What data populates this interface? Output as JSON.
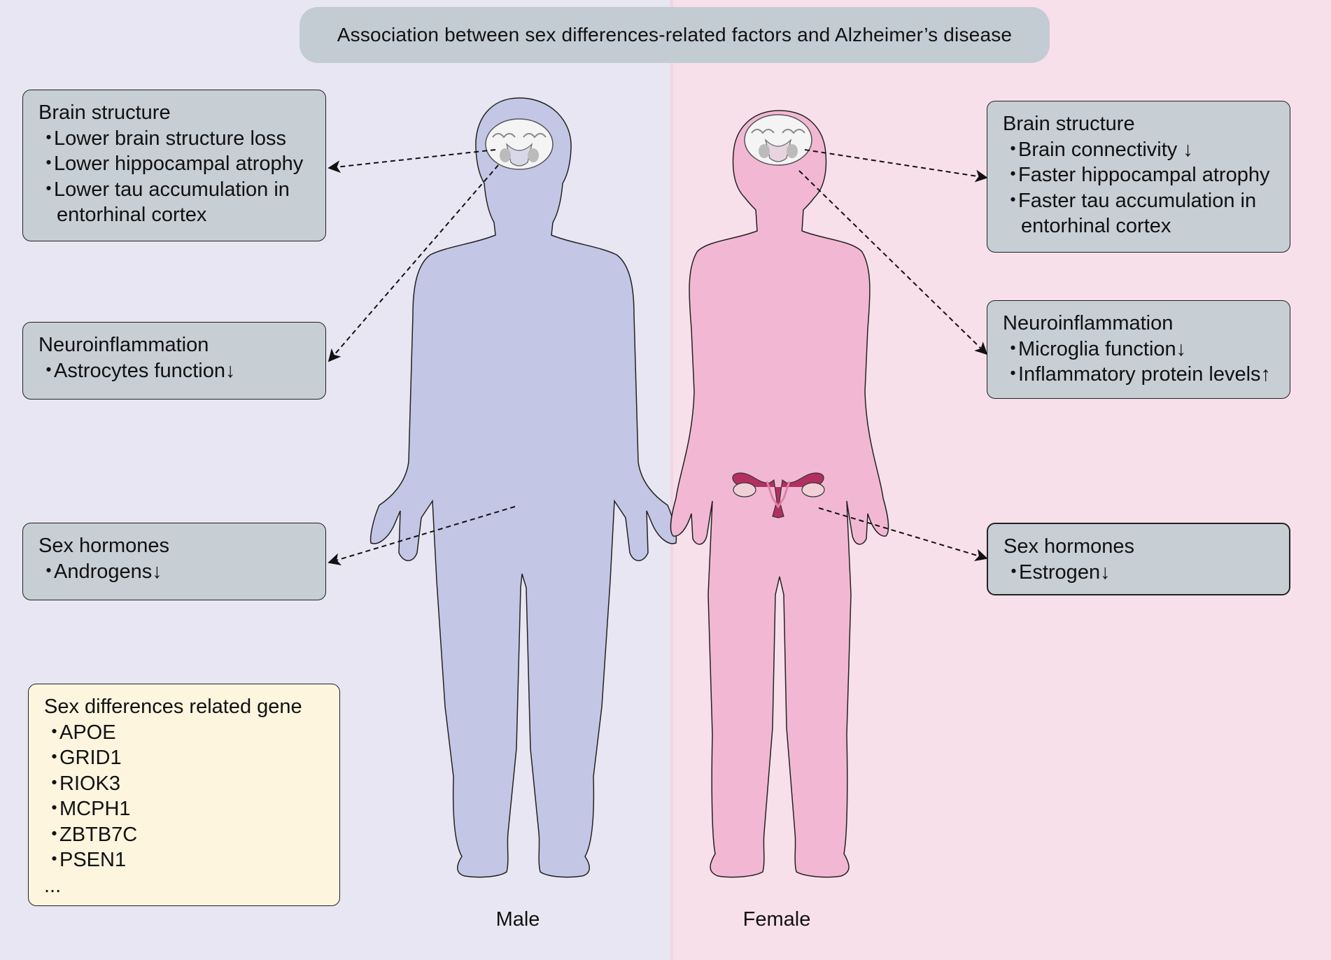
{
  "title": "Association between sex differences-related factors and Alzheimer’s disease",
  "male": {
    "label": "Male",
    "brain_structure": {
      "heading": "Brain structure",
      "items": [
        "Lower brain structure loss",
        "Lower hippocampal atrophy",
        "Lower tau accumulation in",
        "entorhinal cortex"
      ]
    },
    "neuroinflammation": {
      "heading": "Neuroinflammation",
      "items": [
        "Astrocytes function↓"
      ]
    },
    "sex_hormones": {
      "heading": "Sex hormones",
      "items": [
        "Androgens↓"
      ]
    }
  },
  "female": {
    "label": "Female",
    "brain_structure": {
      "heading": "Brain structure",
      "items": [
        "Brain connectivity ↓",
        "Faster hippocampal atrophy",
        "Faster tau accumulation in",
        "entorhinal cortex"
      ]
    },
    "neuroinflammation": {
      "heading": "Neuroinflammation",
      "items": [
        "Microglia function↓",
        "Inflammatory protein levels↑"
      ]
    },
    "sex_hormones": {
      "heading": "Sex hormones",
      "items": [
        "Estrogen↓"
      ]
    }
  },
  "genes": {
    "heading": "Sex differences related gene",
    "items": [
      "APOE",
      "GRID1",
      "RIOK3",
      "MCPH1",
      "ZBTB7C",
      "PSEN1"
    ],
    "more": "..."
  },
  "colors": {
    "male_background": "#e7e6f2",
    "female_background": "#f8e0ea",
    "male_body": "#c4c6e5",
    "female_body": "#f2b8d3",
    "info_box": "#c7ced4",
    "gene_box": "#fdf5de",
    "title_pill": "#c4ccd3"
  }
}
